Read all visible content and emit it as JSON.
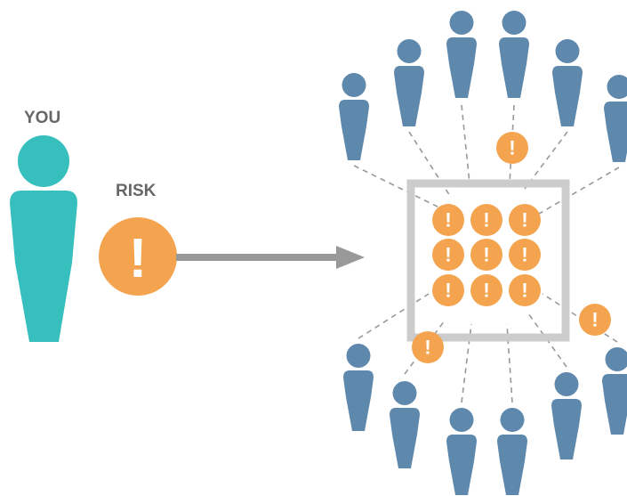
{
  "labels": {
    "you": "YOU",
    "risk": "RISK"
  },
  "icons": {
    "person": "person-icon",
    "risk": "exclamation-icon",
    "arrow": "arrow-right-icon",
    "pool": "risk-pool-box"
  },
  "colors": {
    "you": "#37BFBE",
    "member": "#5E88AC",
    "risk": "#F4A44E",
    "arrow": "#999999",
    "box": "#CCCCCC",
    "dash": "#999999",
    "label": "#666666"
  },
  "risk_symbol": "!"
}
